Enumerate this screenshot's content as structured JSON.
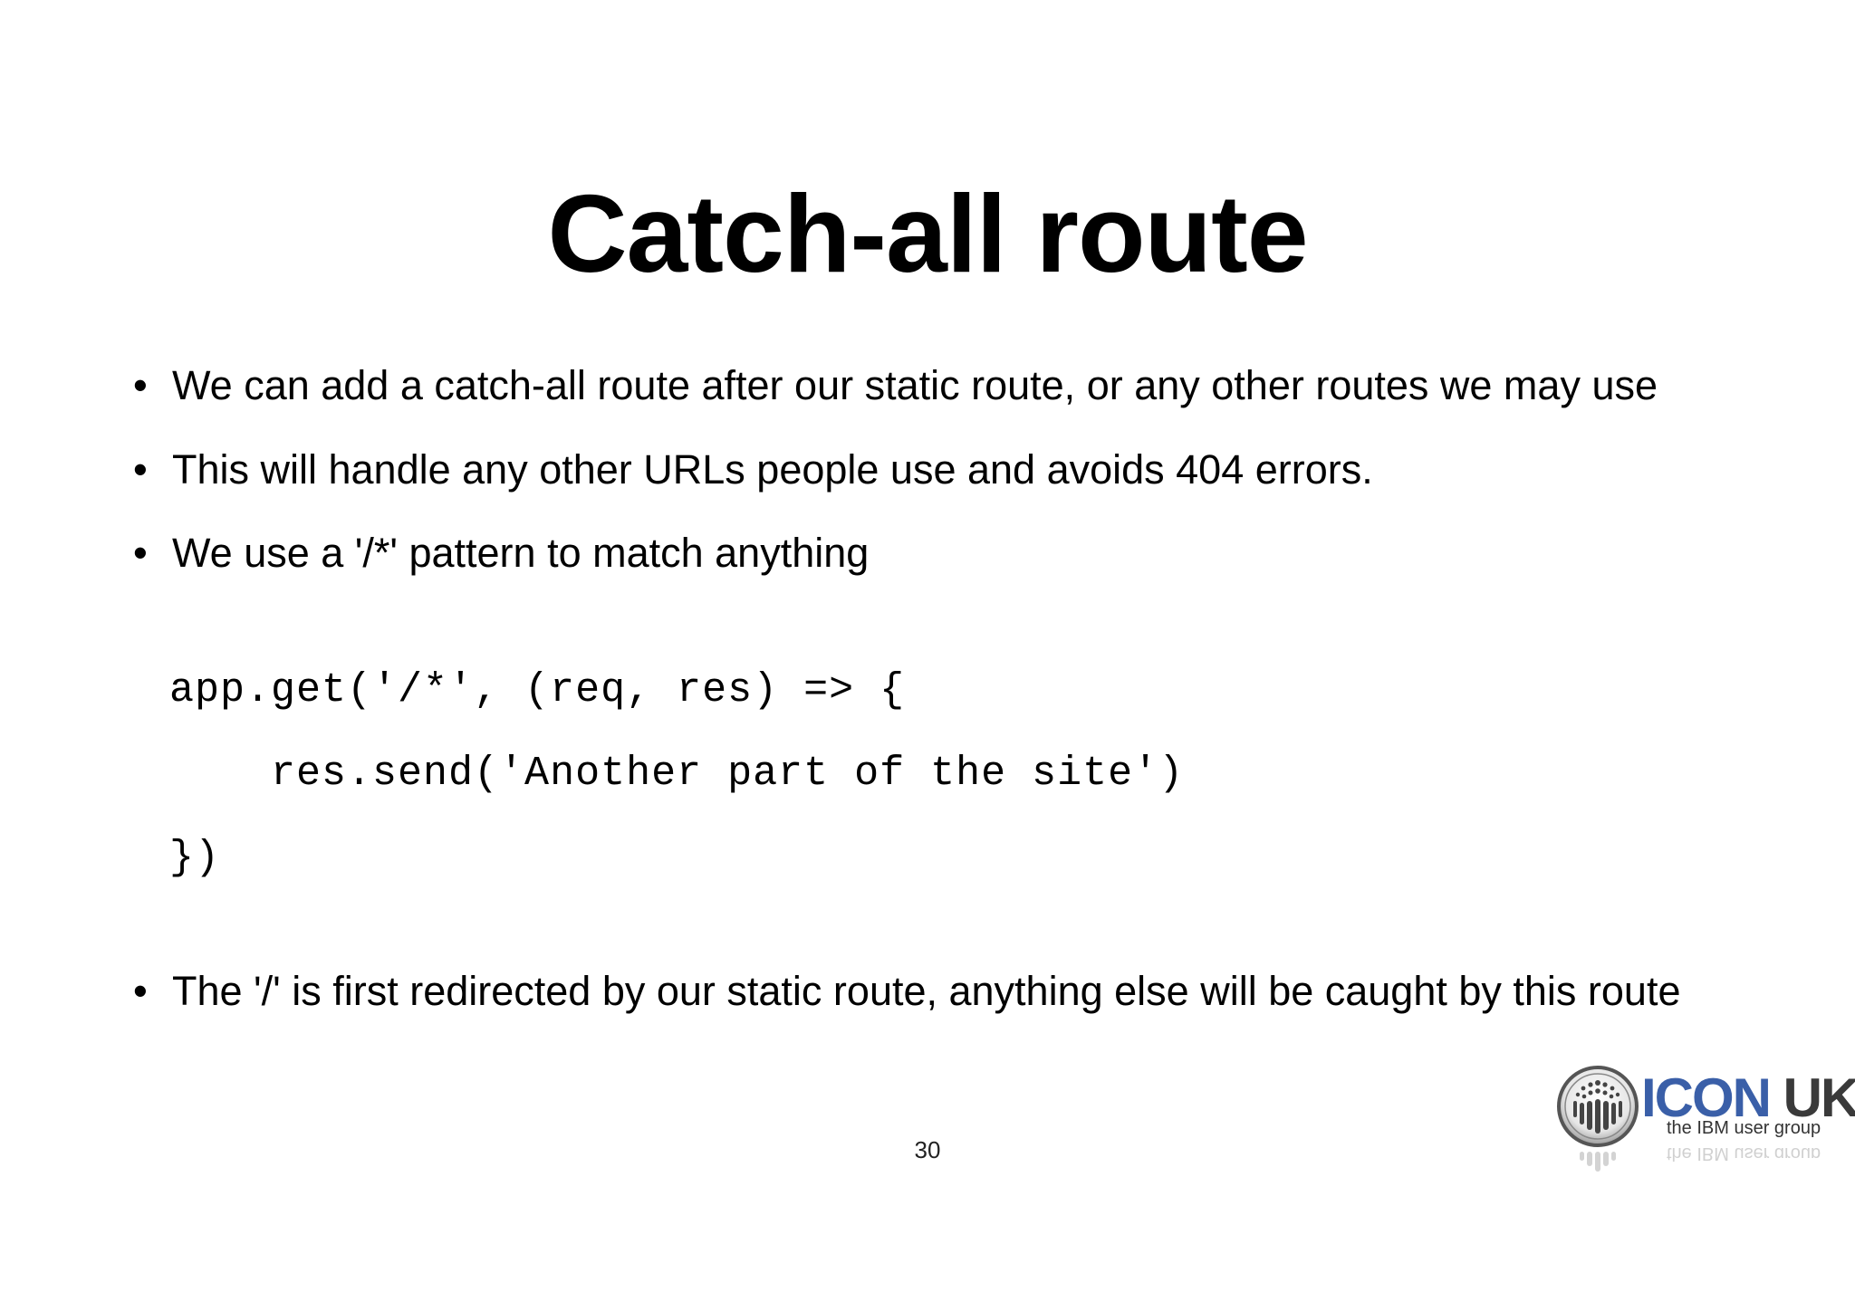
{
  "slide": {
    "title": "Catch-all route",
    "bullets": [
      "We can add a catch-all route after our static route, or any other routes we may use",
      "This will handle any other URLs people use and avoids 404 errors.",
      "We use a '/*' pattern to match anything"
    ],
    "code_lines": [
      "app.get('/*', (req, res) => {",
      "    res.send('Another part of the site')",
      "})"
    ],
    "final_bullet": "The '/' is first redirected by our static route, anything else will be caught by this route",
    "bullet_glyph": "•",
    "page_number": "30"
  },
  "logo": {
    "wordmark_icon": "ICON",
    "wordmark_uk": "UK",
    "tagline": "the IBM user group",
    "emblem_icon": "icon-uk-emblem-icon",
    "colors": {
      "icon_blue": "#3a5fa8",
      "uk_gray": "#3a3a3a"
    }
  }
}
